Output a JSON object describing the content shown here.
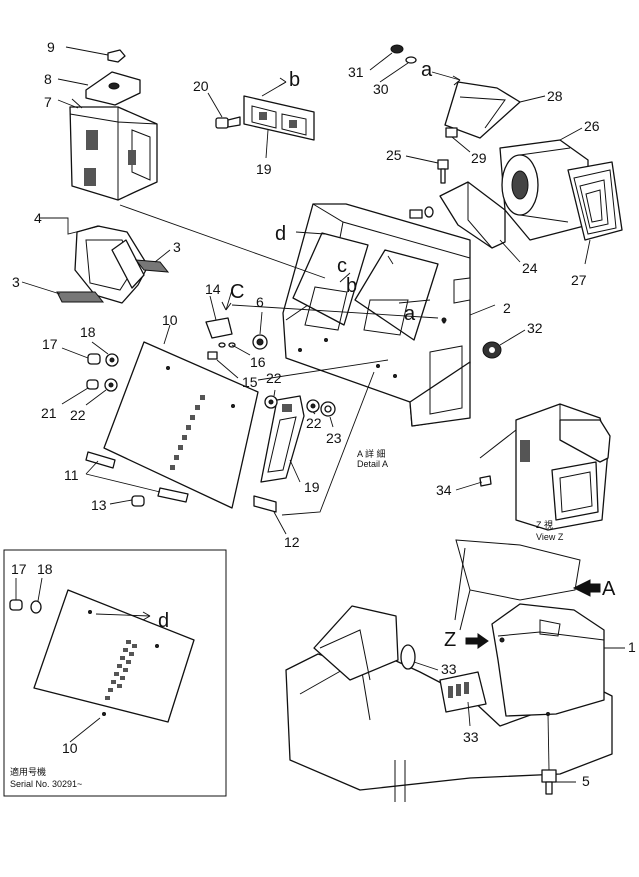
{
  "callouts": {
    "c1": "1",
    "c2": "2",
    "c3a": "3",
    "c3b": "3",
    "c4": "4",
    "c5": "5",
    "c6": "6",
    "c7": "7",
    "c8": "8",
    "c9": "9",
    "c10a": "10",
    "c10b": "10",
    "c11": "11",
    "c12": "12",
    "c13": "13",
    "c14": "14",
    "c15": "15",
    "c16": "16",
    "c17a": "17",
    "c17b": "17",
    "c18a": "18",
    "c18b": "18",
    "c19a": "19",
    "c19b": "19",
    "c20": "20",
    "c21": "21",
    "c22a": "22",
    "c22b": "22",
    "c22c": "22",
    "c23": "23",
    "c24": "24",
    "c25": "25",
    "c26": "26",
    "c27": "27",
    "c28": "28",
    "c29": "29",
    "c30": "30",
    "c31": "31",
    "c32": "32",
    "c33a": "33",
    "c33b": "33",
    "c34": "34"
  },
  "refs": {
    "a1": "a",
    "a2": "a",
    "b1": "b",
    "b2": "b",
    "c1": "c",
    "C": "C",
    "d1": "d",
    "d2": "d",
    "A": "A",
    "Z": "Z"
  },
  "detail_a": {
    "jp": "A 詳 細",
    "en": "Detail A"
  },
  "view_z": {
    "jp": "Z 視",
    "en": "View Z"
  },
  "inset": {
    "jp": "適用号機",
    "serial": "Serial No. 30291~"
  },
  "icons": [
    "bolt-icon",
    "washer-icon",
    "nut-icon",
    "arrow-icon"
  ]
}
